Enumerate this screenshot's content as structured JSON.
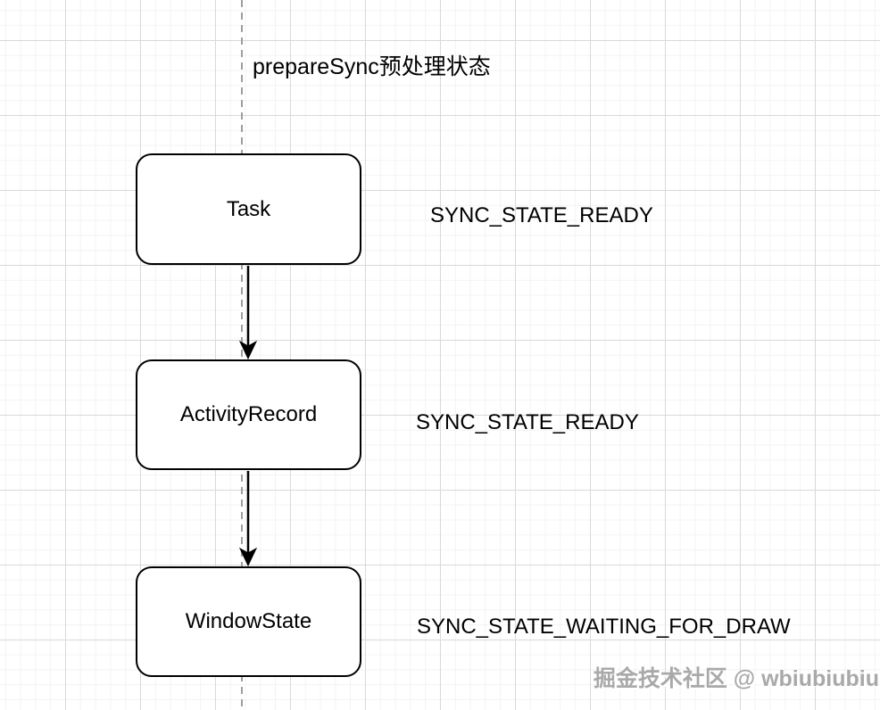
{
  "diagram": {
    "title": "prepareSync预处理状态",
    "nodes": [
      {
        "label": "Task",
        "state_label": "SYNC_STATE_READY"
      },
      {
        "label": "ActivityRecord",
        "state_label": "SYNC_STATE_READY"
      },
      {
        "label": "WindowState",
        "state_label": "SYNC_STATE_WAITING_FOR_DRAW"
      }
    ],
    "connectors": [
      {
        "from": "Task",
        "to": "ActivityRecord",
        "style": "solid-arrow-down"
      },
      {
        "from": "ActivityRecord",
        "to": "WindowState",
        "style": "solid-arrow-down"
      }
    ],
    "lifeline": {
      "style": "vertical-dashed",
      "full_height": true
    },
    "watermark": "掘金技术社区 @ wbiubiubiu",
    "colors": {
      "node_border": "#000000",
      "node_fill": "#ffffff",
      "text": "#000000",
      "connector": "#000000",
      "lifeline_dash": "#9e9e9e",
      "grid_major": "#d9d9d9",
      "grid_minor": "#f3f3f3",
      "watermark_text": "#a9a9a9"
    }
  }
}
